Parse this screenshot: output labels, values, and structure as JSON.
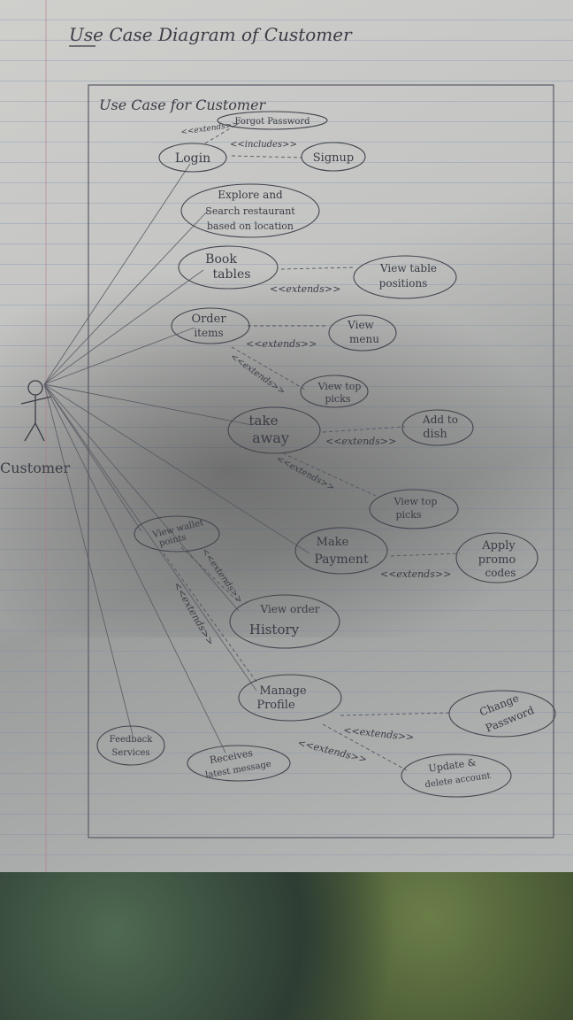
{
  "page_title": "Use Case Diagram of Customer",
  "boundary_title": "Use Case for Customer",
  "actor_label": "Customer",
  "use_cases": {
    "login": "Login",
    "signup": "Signup",
    "forgot_password": "Forgot Password",
    "explore": [
      "Explore and",
      "Search restaurant",
      "based on location"
    ],
    "book_tables": [
      "Book",
      "tables"
    ],
    "view_table_positions": [
      "View table",
      "positions"
    ],
    "order_items": [
      "Order",
      "items"
    ],
    "view_menu": [
      "View",
      "menu"
    ],
    "view_top_picks_1": [
      "View top",
      "picks"
    ],
    "take_away": [
      "take",
      "away"
    ],
    "add_to_dish": [
      "Add to",
      "dish"
    ],
    "view_top_picks_2": [
      "View top",
      "picks"
    ],
    "view_wallet": [
      "View wallet",
      "points"
    ],
    "make_payment": [
      "Make",
      "Payment"
    ],
    "apply_promo": [
      "Apply",
      "promo",
      "codes"
    ],
    "view_order_history": [
      "View order",
      "History"
    ],
    "manage_profile": [
      "Manage",
      "Profile"
    ],
    "change_password": [
      "Change",
      "Password"
    ],
    "feedback": [
      "Feedback",
      "Services"
    ],
    "receives_message": [
      "Receives",
      "latest message"
    ],
    "update_delete": [
      "Update &",
      "delete account"
    ]
  },
  "relations": {
    "extends": "<<extends>>",
    "includes": "<<includes>>"
  }
}
